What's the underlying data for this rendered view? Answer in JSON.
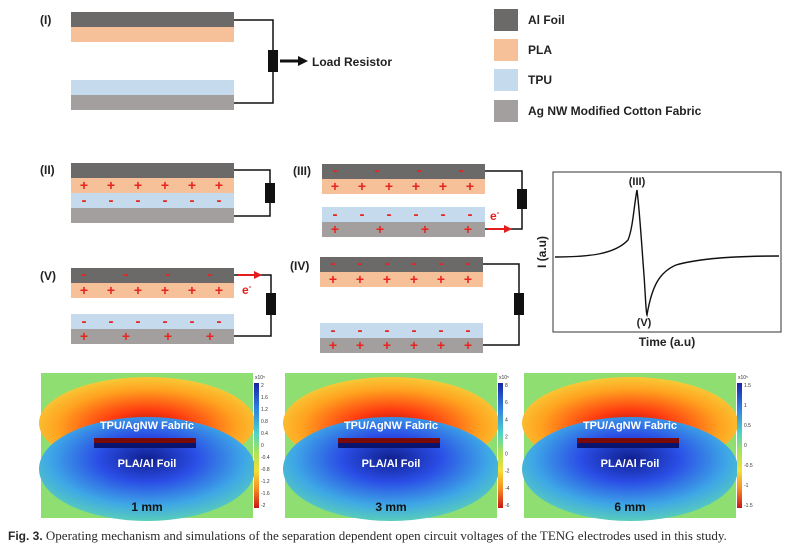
{
  "colors": {
    "al_foil": "#6c6a69",
    "pla": "#f6c199",
    "tpu": "#c5daec",
    "fabric": "#a39f9e",
    "arrow_red": "#e31d1d",
    "sign": "#e8241e"
  },
  "legend": [
    {
      "label": "Al Foil",
      "color": "#6c6a69"
    },
    {
      "label": "PLA",
      "color": "#f6c199"
    },
    {
      "label": "TPU",
      "color": "#c5daec"
    },
    {
      "label": "Ag NW Modified Cotton Fabric",
      "color": "#a39f9e"
    }
  ],
  "stages": {
    "s1": "(I)",
    "s2": "(II)",
    "s3": "(III)",
    "s4": "(IV)",
    "s5": "(V)"
  },
  "load_resistor": "Load Resistor",
  "electron": "e",
  "electron_sup": "-",
  "signs": {
    "plus": "+",
    "minus": "-"
  },
  "current_plot": {
    "ylabel": "I (a.u)",
    "xlabel": "Time (a.u)",
    "peak_label": "(III)",
    "trough_label": "(V)"
  },
  "simulations": [
    {
      "top_label": "TPU/AgNW Fabric",
      "bottom_label": "PLA/Al Foil",
      "gap": "1 mm",
      "scale_exp": "x10⁵",
      "ticks": [
        "2",
        "1.6",
        "1.2",
        "0.8",
        "0.4",
        "0",
        "-0.4",
        "-0.8",
        "-1.2",
        "-1.6",
        "-2"
      ]
    },
    {
      "top_label": "TPU/AgNW Fabric",
      "bottom_label": "PLA/Al Foil",
      "gap": "3 mm",
      "scale_exp": "x10⁵",
      "ticks": [
        "8",
        "6",
        "4",
        "2",
        "0",
        "-2",
        "-4",
        "-6"
      ]
    },
    {
      "top_label": "TPU/AgNW Fabric",
      "bottom_label": "PLA/Al Foil",
      "gap": "6 mm",
      "scale_exp": "x10⁵",
      "ticks": [
        "1.5",
        "1",
        "0.5",
        "0",
        "-0.5",
        "-1",
        "-1.5"
      ]
    }
  ],
  "caption": {
    "label": "Fig. 3.",
    "text": "Operating mechanism and simulations of the separation dependent open circuit voltages of the TENG electrodes used in this study."
  }
}
